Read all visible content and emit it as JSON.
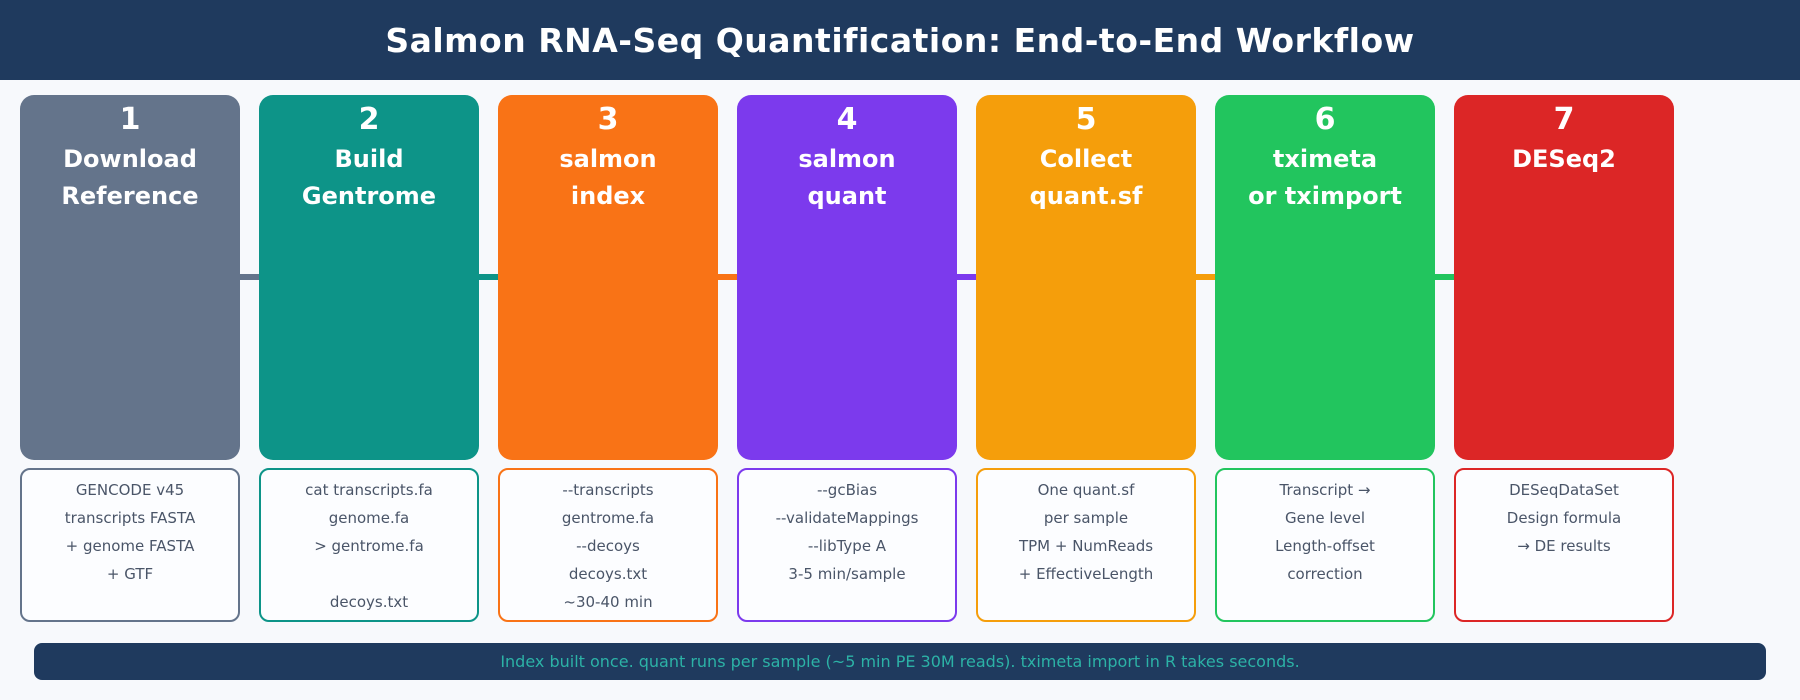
{
  "header": {
    "title": "Salmon RNA-Seq Quantification: End-to-End Workflow",
    "bg_color": "#1f3a5e"
  },
  "steps": [
    {
      "number": "1",
      "title1": "Download",
      "title2": "Reference",
      "color": "#64748b",
      "details": [
        "GENCODE v45",
        "transcripts FASTA",
        "+ genome FASTA",
        "+ GTF"
      ]
    },
    {
      "number": "2",
      "title1": "Build",
      "title2": "Gentrome",
      "color": "#0d9488",
      "details": [
        "cat transcripts.fa",
        "genome.fa",
        "> gentrome.fa",
        "",
        "decoys.txt"
      ]
    },
    {
      "number": "3",
      "title1": "salmon",
      "title2": "index",
      "color": "#f97316",
      "details": [
        "--transcripts",
        "gentrome.fa",
        "--decoys",
        "decoys.txt",
        "~30-40 min"
      ]
    },
    {
      "number": "4",
      "title1": "salmon",
      "title2": "quant",
      "color": "#7c3aed",
      "details": [
        "--gcBias",
        "--validateMappings",
        "--libType A",
        "3-5 min/sample"
      ]
    },
    {
      "number": "5",
      "title1": "Collect",
      "title2": "quant.sf",
      "color": "#f59e0b",
      "details": [
        "One quant.sf",
        "per sample",
        "TPM + NumReads",
        "+ EffectiveLength"
      ]
    },
    {
      "number": "6",
      "title1": "tximeta",
      "title2": "or tximport",
      "color": "#22c55e",
      "details": [
        "Transcript →",
        "Gene level",
        "Length-offset",
        "correction"
      ]
    },
    {
      "number": "7",
      "title1": "DESeq2",
      "color": "#dc2626",
      "details": [
        "DESeqDataSet",
        "Design formula",
        "→ DE results"
      ]
    }
  ],
  "footer": {
    "note": "Index built once. quant runs per sample (~5 min PE 30M reads). tximeta import in R takes seconds.",
    "text_color": "#2cb2a6",
    "bg_color": "#1f3a5e"
  }
}
